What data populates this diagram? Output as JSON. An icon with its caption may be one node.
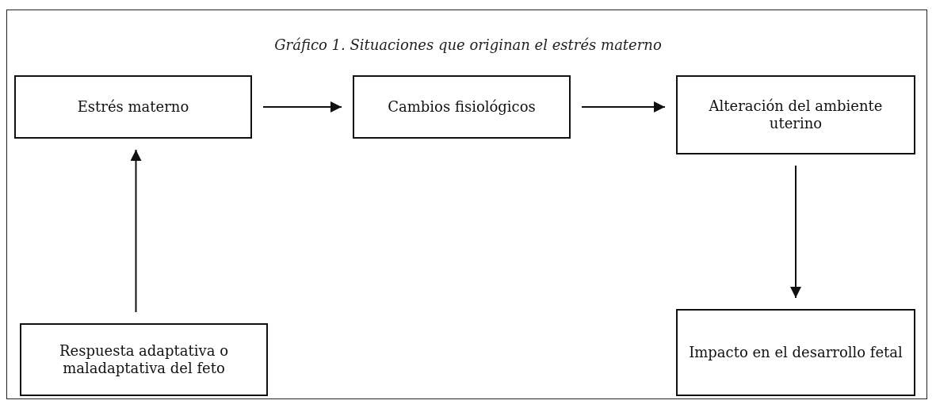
{
  "diagram": {
    "title": "Gráfico 1. Situaciones que originan el estrés materno",
    "nodes": [
      {
        "text": [
          "Estrés materno"
        ]
      },
      {
        "text": [
          "Cambios fisiológicos"
        ]
      },
      {
        "text": [
          "Alteración del ambiente uterino"
        ]
      },
      {
        "text": [
          "Respuesta adaptativa o maladaptativa del feto"
        ]
      },
      {
        "text": [
          "Impacto en el desarrollo fetal"
        ]
      }
    ],
    "edges": [
      {
        "from": 0,
        "to": 1,
        "arrow": "to"
      },
      {
        "from": 1,
        "to": 2,
        "arrow": "to"
      },
      {
        "from": 2,
        "to": 4,
        "arrow": "to"
      },
      {
        "from": 3,
        "to": 0,
        "arrow": "to"
      }
    ]
  }
}
